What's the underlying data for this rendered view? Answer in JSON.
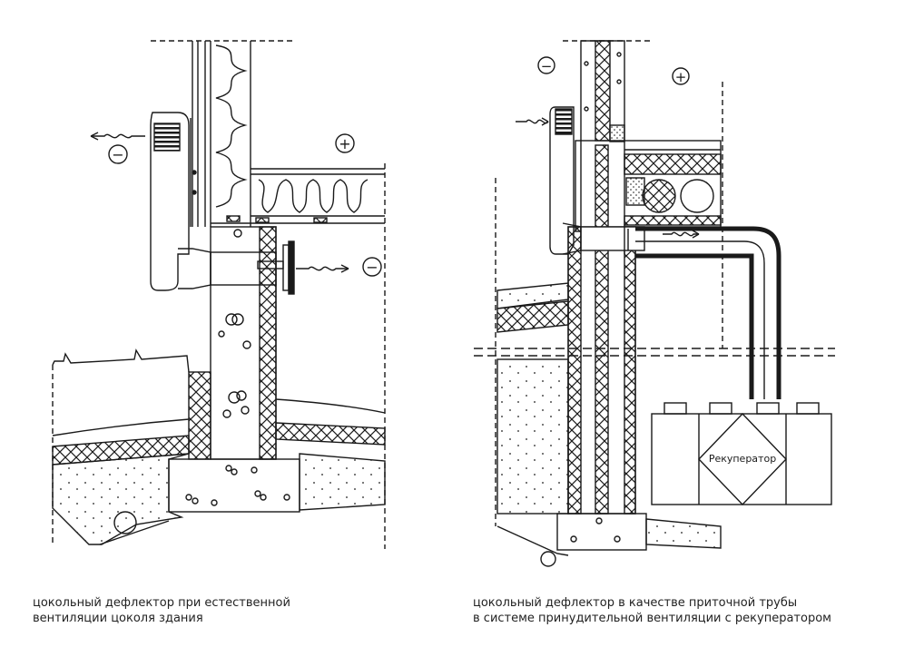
{
  "left": {
    "minus_sign": "−",
    "plus_sign": "+",
    "caption_line1": "цокольный дефлектор при естественной",
    "caption_line2": "вентиляции цоколя здания"
  },
  "right": {
    "minus_sign": "−",
    "plus_sign": "+",
    "recuperator_label": "Рекуператор",
    "caption_line1": "цокольный дефлектор в качестве приточной трубы",
    "caption_line2": "в системе принудительной вентиляции с рекуператором"
  },
  "colors": {
    "ink": "#1a1a1a",
    "paper": "#ffffff"
  }
}
